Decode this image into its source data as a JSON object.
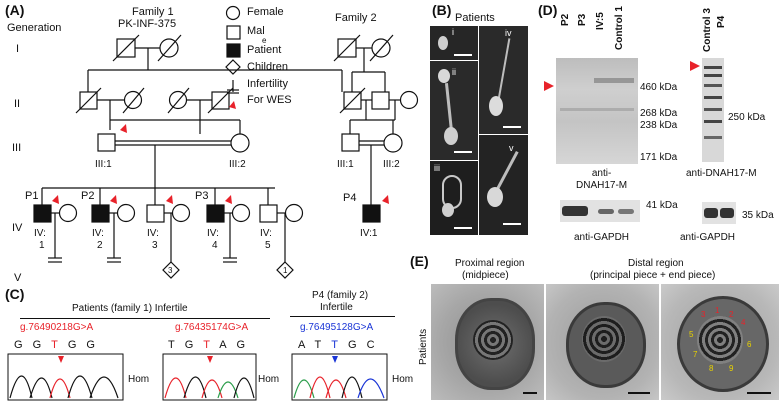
{
  "panels": {
    "A": {
      "letter": "(A)",
      "generation_heading": "Generation",
      "family1_title": "Family 1",
      "family1_id": "PK-INF-375",
      "family2_title": "Family 2",
      "generations": [
        "I",
        "II",
        "III",
        "IV",
        "V"
      ],
      "legend": [
        {
          "symbol": "circle",
          "label": "Female"
        },
        {
          "symbol": "square",
          "label": "Mal"
        },
        {
          "symbol": "square-filled",
          "label": "Patient"
        },
        {
          "symbol": "diamond",
          "label": "Children"
        },
        {
          "symbol": "infertility",
          "label": "Infertility"
        },
        {
          "symbol": "red-arrow",
          "label": "For WES"
        }
      ],
      "legend_stray": "e",
      "gen3_labels": [
        "III:1",
        "III:2",
        "III:1",
        "III:2"
      ],
      "patient_labels": [
        "P1",
        "P2",
        "P3",
        "P4"
      ],
      "gen4_labels": [
        "IV:\n1",
        "IV:\n2",
        "IV:\n3",
        "IV:\n4",
        "IV:\n5",
        "IV:1"
      ],
      "gen4_parts": [
        [
          "IV:",
          "1"
        ],
        [
          "IV:",
          "2"
        ],
        [
          "IV:",
          "3"
        ],
        [
          "IV:",
          "4"
        ],
        [
          "IV:",
          "5"
        ]
      ],
      "gen4_family2": "IV:1",
      "children_counts": [
        "3",
        "1"
      ]
    },
    "B": {
      "letter": "(B)",
      "title": "Patients",
      "subpanels": [
        "i",
        "ii",
        "iii",
        "iv",
        "v"
      ]
    },
    "C": {
      "letter": "(C)",
      "family1_title": "Patients (family 1) Infertile",
      "family2_title_line1": "P4 (family 2)",
      "family2_title_line2": "Infertile",
      "variants": [
        {
          "label": "g.76490218G>A",
          "color": "#e8222a",
          "bases": [
            "G",
            "G",
            "T",
            "G",
            "G"
          ],
          "zyg": "Hom"
        },
        {
          "label": "g.76435174G>A",
          "color": "#e8222a",
          "bases": [
            "T",
            "G",
            "T",
            "A",
            "G"
          ],
          "zyg": "Hom"
        },
        {
          "label": "g.76495128G>A",
          "color": "#1a35d6",
          "bases": [
            "A",
            "T",
            "T",
            "G",
            "C"
          ],
          "zyg": "Hom"
        }
      ]
    },
    "D": {
      "letter": "(D)",
      "lanes_left": [
        "P2",
        "P3",
        "IV:5",
        "Control 1"
      ],
      "lanes_right": [
        "Control 3",
        "P4"
      ],
      "markers_left": [
        "460 kDa",
        "268 kDa",
        "238 kDa",
        "171 kDa"
      ],
      "marker_right": "250 kDa",
      "antibody_left": "anti-\nDNAH17-M",
      "antibody_left_lines": [
        "anti-",
        "DNAH17-M"
      ],
      "antibody_right": "anti-DNAH17-M",
      "gapdh_marker_left": "41 kDa",
      "gapdh_marker_right": "35 kDa",
      "gapdh_left": "anti-GAPDH",
      "gapdh_right": "anti-GAPDH"
    },
    "E": {
      "letter": "(E)",
      "side_label": "Patients",
      "proximal_title_line1": "Proximal region",
      "proximal_title_line2": "(midpiece)",
      "distal_title_line1": "Distal region",
      "distal_title_line2": "(principal piece + end piece)",
      "numbers": [
        "1",
        "2",
        "3",
        "4",
        "5",
        "6",
        "7",
        "8",
        "9"
      ]
    }
  }
}
